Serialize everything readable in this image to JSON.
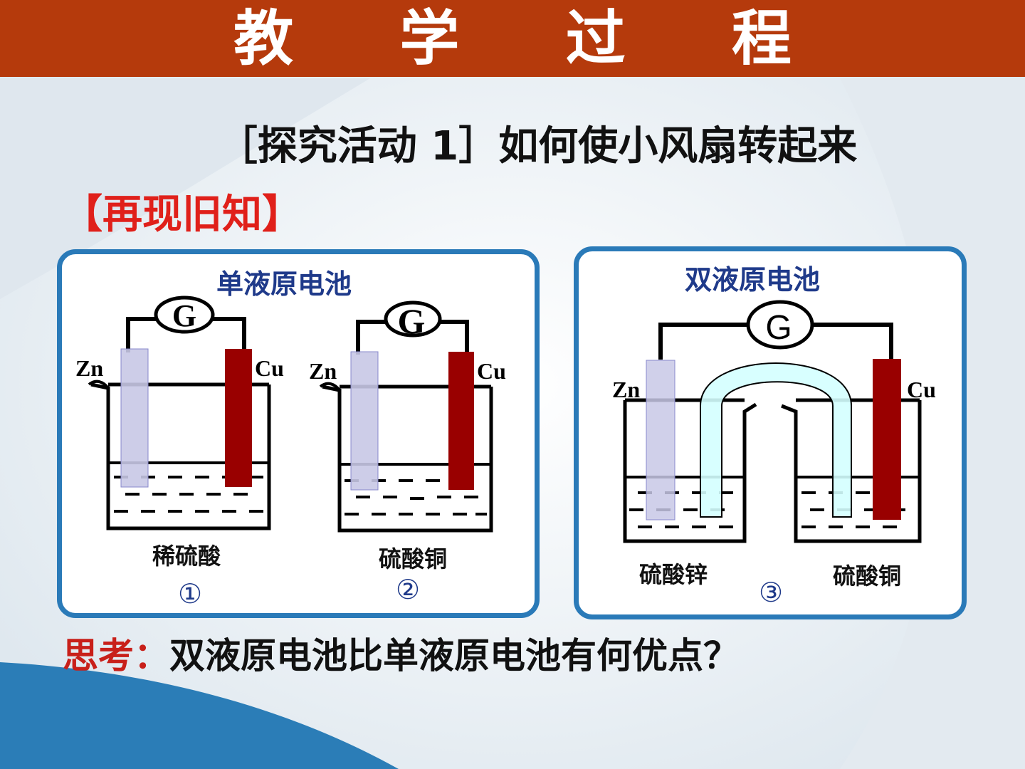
{
  "slide": {
    "title": "教 学 过 程",
    "subtitle": "［探究活动 1］如何使小风扇转起来",
    "review_tag": "【再现旧知】",
    "question_key": "思考：",
    "question_text": "双液原电池比单液原电池有何优点？"
  },
  "panel_single": {
    "title": "单液原电池",
    "cells": [
      {
        "meter": "G",
        "anode": "Zn",
        "cathode": "Cu",
        "electrolyte": "稀硫酸",
        "number": "①"
      },
      {
        "meter": "G",
        "anode": "Zn",
        "cathode": "Cu",
        "electrolyte": "硫酸铜",
        "number": "②"
      }
    ]
  },
  "panel_double": {
    "title": "双液原电池",
    "meter": "G",
    "anode": "Zn",
    "cathode": "Cu",
    "left_electrolyte": "硫酸锌",
    "right_electrolyte": "硫酸铜",
    "number": "③"
  },
  "colors": {
    "header": "#b53a0c",
    "panel_border": "#2a7ab8",
    "zinc": "#c8c8e6",
    "copper": "#990000",
    "salt_bridge": "#d4ffff",
    "accent_red": "#e0201a"
  }
}
